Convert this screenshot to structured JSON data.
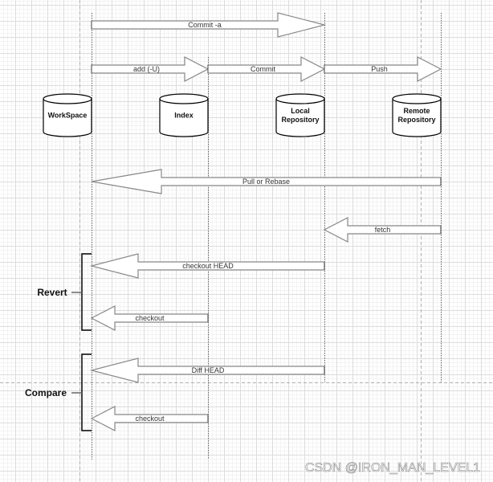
{
  "diagram": {
    "title": "Git workflow between WorkSpace, Index, Local Repository and Remote Repository",
    "colors": {
      "arrow_stroke": "#888888",
      "arrow_fill": "#ffffff",
      "lifeline": "#555555",
      "node_stroke": "#000000",
      "bracket": "#000000",
      "page_break": "#aaaaaa"
    },
    "nodes": [
      {
        "id": "workspace",
        "lines": [
          "WorkSpace"
        ]
      },
      {
        "id": "index",
        "lines": [
          "Index"
        ]
      },
      {
        "id": "local",
        "lines": [
          "Local",
          "Repository"
        ]
      },
      {
        "id": "remote",
        "lines": [
          "Remote",
          "Repository"
        ]
      }
    ],
    "arrows": [
      {
        "id": "commit-a",
        "label": "Commit -a",
        "from": "workspace",
        "to": "local"
      },
      {
        "id": "add",
        "label": "add  (-U)",
        "from": "workspace",
        "to": "index"
      },
      {
        "id": "commit",
        "label": "Commit",
        "from": "index",
        "to": "local"
      },
      {
        "id": "push",
        "label": "Push",
        "from": "local",
        "to": "remote"
      },
      {
        "id": "pull",
        "label": "Pull or Rebase",
        "from": "remote",
        "to": "workspace"
      },
      {
        "id": "fetch",
        "label": "fetch",
        "from": "remote",
        "to": "local"
      },
      {
        "id": "checkout-head",
        "label": "checkout  HEAD",
        "from": "local",
        "to": "workspace",
        "group": "revert"
      },
      {
        "id": "checkout-revert",
        "label": "checkout",
        "from": "index",
        "to": "workspace",
        "group": "revert"
      },
      {
        "id": "diff-head",
        "label": "Diff   HEAD",
        "from": "local",
        "to": "workspace",
        "group": "compare"
      },
      {
        "id": "checkout-compare",
        "label": "checkout",
        "from": "index",
        "to": "workspace",
        "group": "compare"
      }
    ],
    "groups": [
      {
        "id": "revert",
        "label": "Revert"
      },
      {
        "id": "compare",
        "label": "Compare"
      }
    ]
  },
  "watermark": "CSDN @IRON_MAN_LEVEL1"
}
